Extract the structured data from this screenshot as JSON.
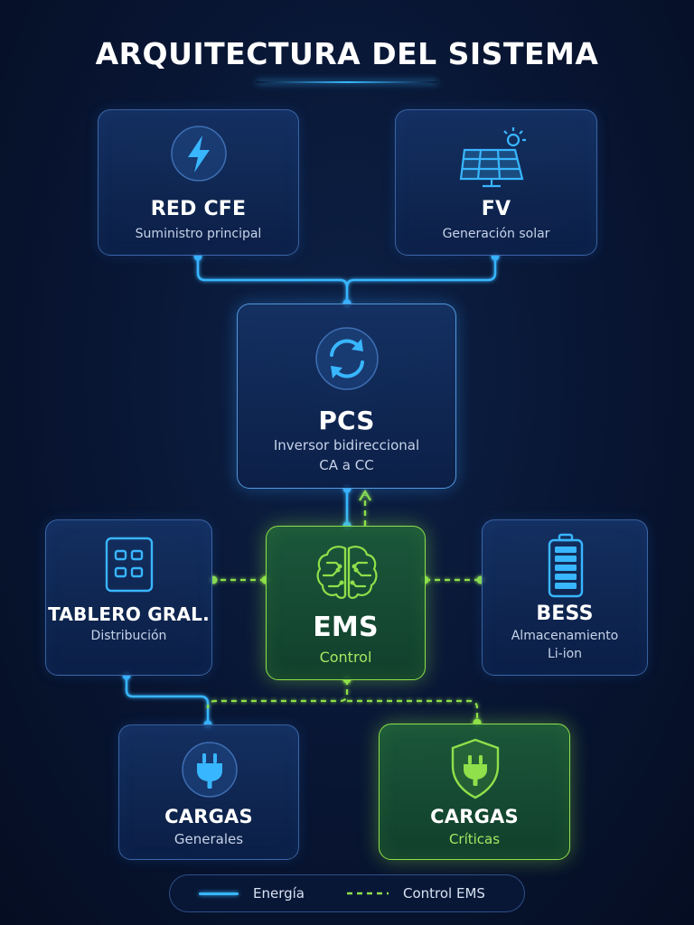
{
  "title": "ARQUITECTURA DEL SISTEMA",
  "nodes": {
    "red": {
      "title": "RED CFE",
      "subtitle": "Suministro principal",
      "icon": "lightning-bolt-icon"
    },
    "fv": {
      "title": "FV",
      "subtitle": "Generación solar",
      "icon": "solar-panel-icon"
    },
    "pcs": {
      "title": "PCS",
      "subtitle_line1": "Inversor bidireccional",
      "subtitle_line2": "CA a CC",
      "icon": "sync-arrows-icon"
    },
    "tablero": {
      "title": "TABLERO GRAL.",
      "subtitle": "Distribución",
      "icon": "panel-board-icon"
    },
    "ems": {
      "title": "EMS",
      "subtitle": "Control",
      "icon": "brain-circuit-icon"
    },
    "bess": {
      "title": "BESS",
      "subtitle_line1": "Almacenamiento",
      "subtitle_line2": "Li-ion",
      "icon": "battery-icon"
    },
    "cargas_generales": {
      "title": "CARGAS",
      "subtitle": "Generales",
      "icon": "plug-icon"
    },
    "cargas_criticas": {
      "title": "CARGAS",
      "subtitle": "Críticas",
      "icon": "shield-plug-icon"
    }
  },
  "legend": {
    "energy_label": "Energía",
    "control_label": "Control EMS"
  },
  "colors": {
    "energy": "#38b6ff",
    "control": "#8fe04a",
    "background": "#081532",
    "node_border": "#5c96e6",
    "critical_text": "#a6e860"
  }
}
